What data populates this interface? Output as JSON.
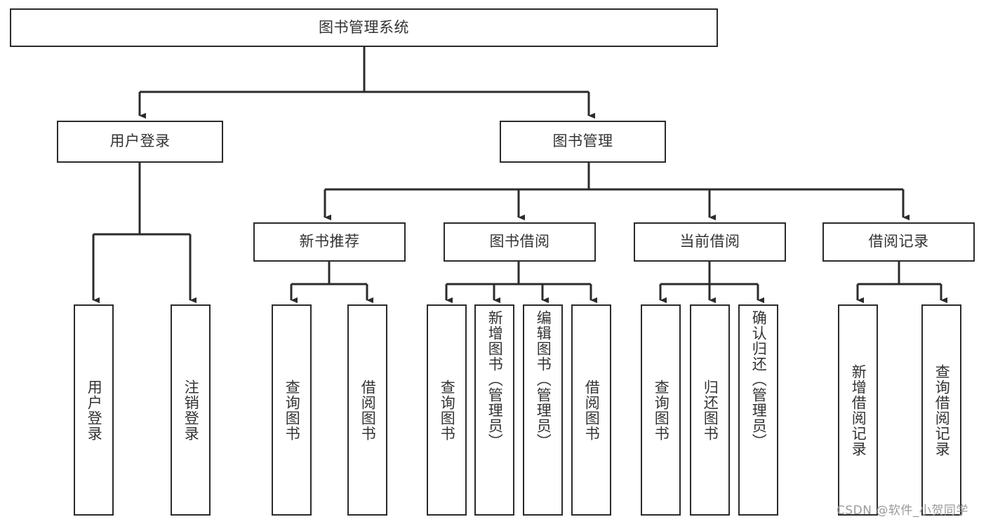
{
  "diagram": {
    "title": "图书管理系统",
    "type": "tree-hierarchy-diagram",
    "root": {
      "id": "root",
      "label": "图书管理系统",
      "orientation": "horizontal"
    },
    "level2": [
      {
        "id": "user-login",
        "label": "用户登录",
        "orientation": "horizontal"
      },
      {
        "id": "book-manage",
        "label": "图书管理",
        "orientation": "horizontal"
      }
    ],
    "level3": [
      {
        "id": "new-book-recommend",
        "label": "新书推荐",
        "orientation": "horizontal",
        "parent": "book-manage"
      },
      {
        "id": "book-borrow",
        "label": "图书借阅",
        "orientation": "horizontal",
        "parent": "book-manage"
      },
      {
        "id": "current-borrow",
        "label": "当前借阅",
        "orientation": "horizontal",
        "parent": "book-manage"
      },
      {
        "id": "borrow-record",
        "label": "借阅记录",
        "orientation": "horizontal",
        "parent": "book-manage"
      }
    ],
    "leaves": {
      "user_login": [
        {
          "id": "leaf-user-login",
          "label": "用户登录",
          "align": "center"
        },
        {
          "id": "leaf-user-logout",
          "label": "注销登录",
          "align": "center"
        }
      ],
      "new_book_recommend": [
        {
          "id": "leaf-query-book-1",
          "label": "查询图书",
          "align": "center"
        },
        {
          "id": "leaf-borrow-book-1",
          "label": "借阅图书",
          "align": "center"
        }
      ],
      "book_borrow": [
        {
          "id": "leaf-query-book-2",
          "label": "查询图书",
          "align": "center"
        },
        {
          "id": "leaf-add-book",
          "label": "新增图书（管理员）",
          "align": "top"
        },
        {
          "id": "leaf-edit-book",
          "label": "编辑图书（管理员）",
          "align": "top"
        },
        {
          "id": "leaf-borrow-book-2",
          "label": "借阅图书",
          "align": "center"
        }
      ],
      "current_borrow": [
        {
          "id": "leaf-query-book-3",
          "label": "查询图书",
          "align": "center"
        },
        {
          "id": "leaf-return-book",
          "label": "归还图书",
          "align": "center"
        },
        {
          "id": "leaf-confirm-return",
          "label": "确认归还（管理员）",
          "align": "top"
        }
      ],
      "borrow_record": [
        {
          "id": "leaf-add-record",
          "label": "新增借阅记录",
          "align": "center"
        },
        {
          "id": "leaf-query-record",
          "label": "查询借阅记录",
          "align": "center"
        }
      ]
    }
  },
  "watermark": {
    "text": "CSDN @软件_小贺同学"
  },
  "colors": {
    "stroke": "#2b2b2b",
    "text": "#333333",
    "background": "#ffffff",
    "watermark": "#9a9a9a"
  }
}
